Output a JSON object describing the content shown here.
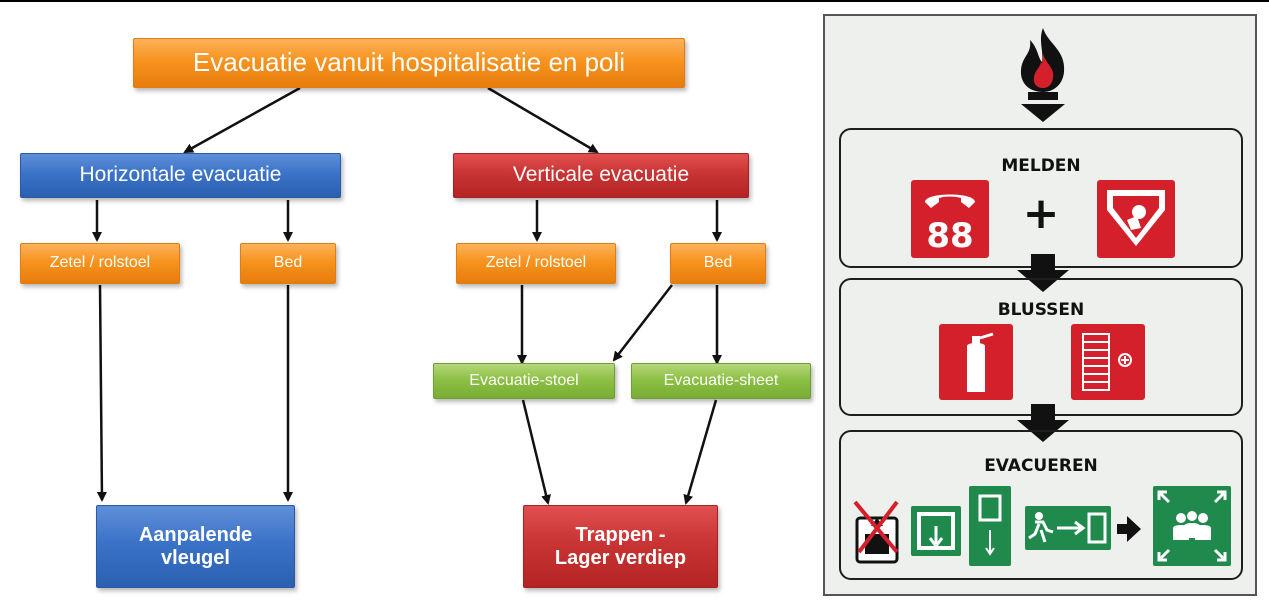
{
  "flowchart": {
    "root": "Evacuatie vanuit hospitalisatie en poli",
    "left_branch": "Horizontale evacuatie",
    "right_branch": "Verticale evacuatie",
    "left_chair": "Zetel / rolstoel",
    "left_bed": "Bed",
    "right_chair": "Zetel / rolstoel",
    "right_bed": "Bed",
    "evac_chair": "Evacuatie-stoel",
    "evac_sheet": "Evacuatie-sheet",
    "left_target_line1": "Aanpalende",
    "left_target_line2": "vleugel",
    "right_target_line1": "Trappen -",
    "right_target_line2": "Lager verdiep"
  },
  "sign": {
    "section1_title": "MELDEN",
    "phone_number": "88",
    "plus": "+",
    "section2_title": "BLUSSEN",
    "section3_title": "EVACUEREN",
    "icons": [
      "fire-icon",
      "phone-88-icon",
      "fire-alarm-button-icon",
      "fire-extinguisher-icon",
      "fire-hose-reel-icon",
      "no-elevator-icon",
      "emergency-exit-door-icon",
      "exit-corridor-icon",
      "running-man-exit-icon",
      "arrow-right-icon",
      "assembly-point-icon"
    ],
    "colors": {
      "red": "#d4202a",
      "green": "#1f8a4c",
      "black": "#111111"
    }
  }
}
